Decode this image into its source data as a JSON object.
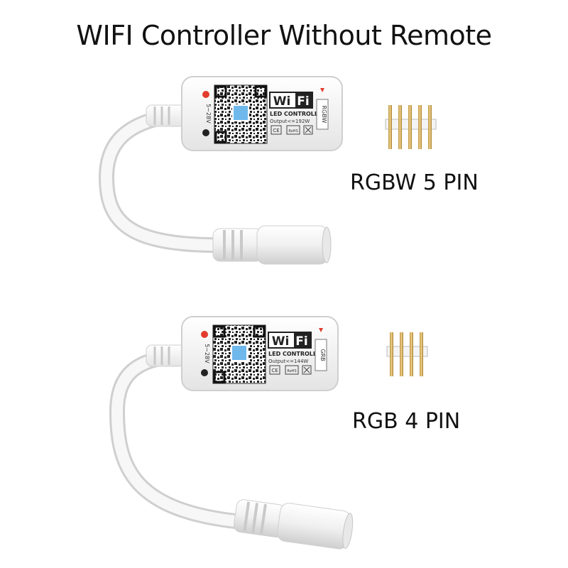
{
  "title": "WIFI Controller Without Remote",
  "products": [
    {
      "label": "RGBW 5 PIN",
      "pin_count": 5,
      "device": {
        "brand_mark": "WiFi",
        "text_line": "LED CONTROLLER",
        "output": "Output<=192W",
        "voltage": "5~28V",
        "channel_label": "RGBW"
      }
    },
    {
      "label": "RGB 4 PIN",
      "pin_count": 4,
      "device": {
        "brand_mark": "WiFi",
        "text_line": "LED CONTROLLER",
        "output": "Output<=144W",
        "voltage": "5~28V",
        "channel_label": "GRB"
      }
    }
  ],
  "colors": {
    "cable": "#f3f3f3",
    "cable_shadow": "#d6d6d6",
    "pin_gold": "#d8b56a",
    "connector_red": "#e23c2c"
  }
}
